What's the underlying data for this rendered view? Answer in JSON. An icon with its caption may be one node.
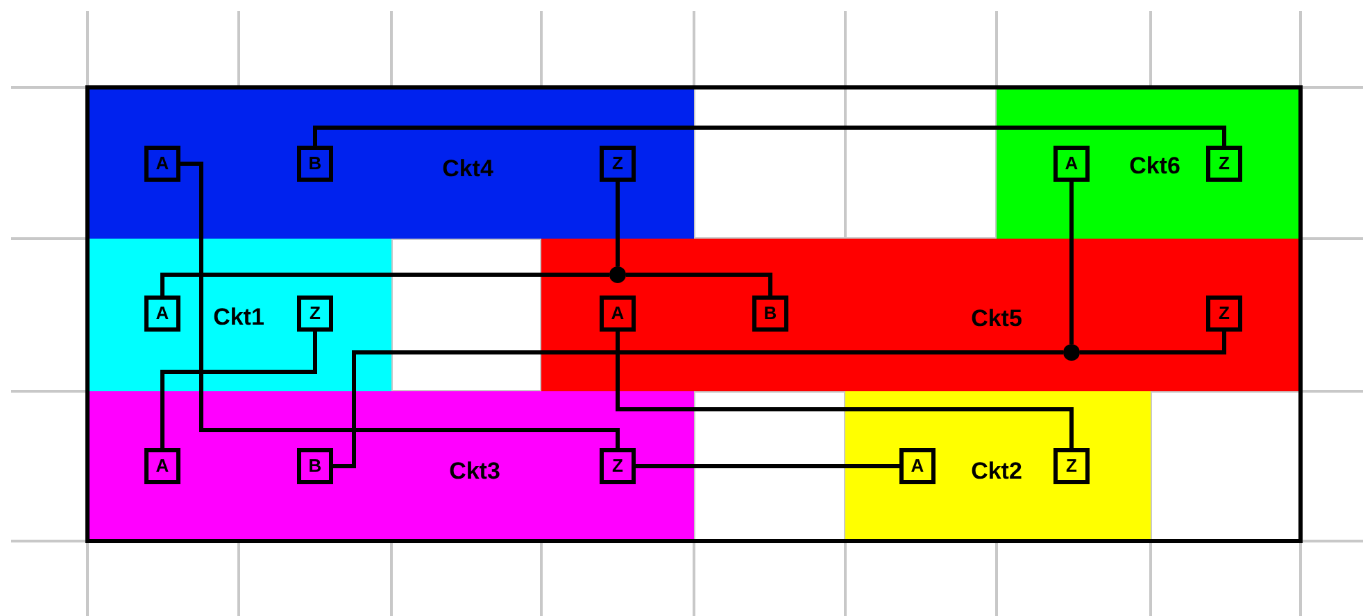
{
  "diagram": {
    "nodes": [
      {
        "text": [
          "Ckt4"
        ]
      },
      {
        "text": [
          "A"
        ],
        "in": 0
      },
      {
        "text": [
          "B"
        ],
        "in": 0
      },
      {
        "text": [
          "Z"
        ],
        "in": 0
      },
      {
        "text": [
          "Ckt6"
        ]
      },
      {
        "text": [
          "A"
        ],
        "in": 4
      },
      {
        "text": [
          "Z"
        ],
        "in": 4
      },
      {
        "text": [
          "Ckt1"
        ]
      },
      {
        "text": [
          "A"
        ],
        "in": 7
      },
      {
        "text": [
          "Z"
        ],
        "in": 7
      },
      {
        "text": [
          "Ckt5"
        ]
      },
      {
        "text": [
          "A"
        ],
        "in": 10
      },
      {
        "text": [
          "B"
        ],
        "in": 10
      },
      {
        "text": [
          "Z"
        ],
        "in": 10
      },
      {
        "text": [
          "Ckt3"
        ]
      },
      {
        "text": [
          "A"
        ],
        "in": 14
      },
      {
        "text": [
          "B"
        ],
        "in": 14
      },
      {
        "text": [
          "Z"
        ],
        "in": 14
      },
      {
        "text": [
          "Ckt2"
        ]
      },
      {
        "text": [
          "A"
        ],
        "in": 18
      },
      {
        "text": [
          "Z"
        ],
        "in": 18
      },
      {
        "text": [],
        "shape": "circle",
        "in": 10
      },
      {
        "text": [],
        "shape": "circle",
        "in": 10
      }
    ],
    "edges": [
      {
        "from": 1,
        "to": 17,
        "arrow": "none"
      },
      {
        "from": 2,
        "to": 6,
        "arrow": "none"
      },
      {
        "from": 3,
        "to": 21,
        "arrow": "none"
      },
      {
        "from": 8,
        "to": 21,
        "arrow": "none"
      },
      {
        "from": 21,
        "to": 12,
        "arrow": "none"
      },
      {
        "from": 5,
        "to": 22,
        "arrow": "none"
      },
      {
        "from": 16,
        "to": 22,
        "arrow": "none"
      },
      {
        "from": 22,
        "to": 13,
        "arrow": "none"
      },
      {
        "from": 9,
        "to": 15,
        "arrow": "none"
      },
      {
        "from": 11,
        "to": 20,
        "arrow": "none"
      },
      {
        "from": 17,
        "to": 19,
        "arrow": "none"
      }
    ]
  }
}
